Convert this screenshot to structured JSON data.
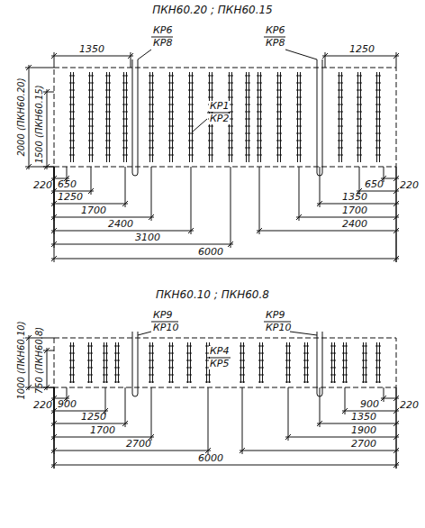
{
  "diagram": {
    "title": "ПКН60.20 ; ПКН60.15",
    "labels": [
      "ПКН60.10 ; ПКН60.8",
      "КР6",
      "КР8",
      "КР6",
      "КР8",
      "КР1",
      "КР2",
      "1350",
      "1250",
      "2000 (ПКН60.20)",
      "1500 (ПКН60.15)",
      "220",
      "650",
      "1250",
      "1700",
      "2400",
      "3100",
      "6000",
      "220",
      "650",
      "1350",
      "1700",
      "2400",
      "КР9",
      "КР10",
      "КР9",
      "КР10",
      "КР4",
      "КР5",
      "1000 (ПКН60.10)",
      "750 (ПКН60.8)",
      "220",
      "900",
      "1250",
      "1700",
      "2700",
      "6000",
      "220",
      "900",
      "1350",
      "1900",
      "2700"
    ]
  }
}
